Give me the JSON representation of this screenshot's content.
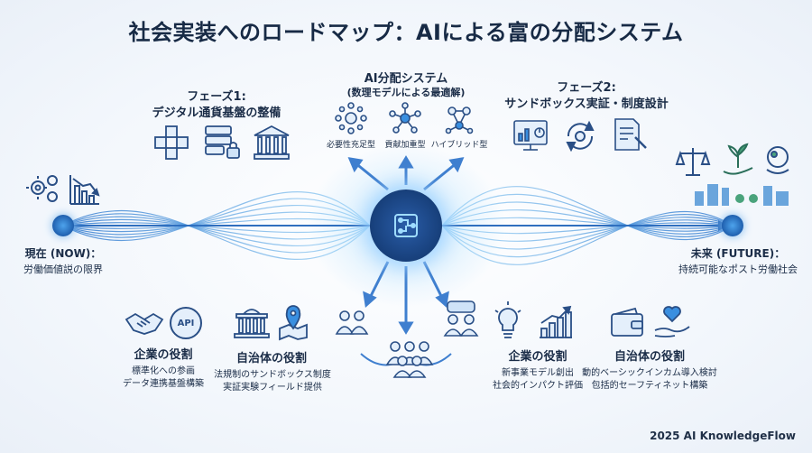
{
  "title": "社会実装へのロードマップ：AIによる富の分配システム",
  "now": {
    "title": "現在 (NOW)：",
    "subtitle": "労働価値説の限界"
  },
  "future": {
    "title": "未来 (FUTURE)：",
    "subtitle": "持続可能なポスト労働社会"
  },
  "phase1": {
    "title": "フェーズ1:",
    "subtitle": "デジタル通貨基盤の整備"
  },
  "ai_system": {
    "title": "AI分配システム",
    "subtitle": "(数理モデルによる最適解)",
    "types": [
      "必要性充足型",
      "貢献加重型",
      "ハイブリッド型"
    ]
  },
  "phase2": {
    "title": "フェーズ2:",
    "subtitle": "サンドボックス実証・制度設計"
  },
  "roles_left": [
    {
      "title": "企業の役割",
      "lines": [
        "標準化への参画",
        "データ連携基盤構築"
      ]
    },
    {
      "title": "自治体の役割",
      "lines": [
        "法規制のサンドボックス制度",
        "実証実験フィールド提供"
      ]
    }
  ],
  "roles_right": [
    {
      "title": "企業の役割",
      "lines": [
        "新事業モデル創出",
        "社会的インパクト評価"
      ]
    },
    {
      "title": "自治体の役割",
      "lines": [
        "動的ベーシックインカム導入検討",
        "包括的セーフティネット構築"
      ]
    }
  ],
  "api_label": "API",
  "footer": "2025 AI KnowledgeFlow",
  "icons": {
    "now": [
      "gears-icon",
      "declining-chart-icon"
    ],
    "phase1": [
      "blockchain-cubes-icon",
      "secure-server-icon",
      "bank-icon"
    ],
    "ai_types": [
      "network-hub-icon",
      "weighted-network-icon",
      "hybrid-network-icon"
    ],
    "phase2": [
      "dashboard-icon",
      "cycle-icon",
      "document-check-icon"
    ],
    "future": [
      "balance-scale-icon",
      "hand-plant-icon",
      "people-globe-icon",
      "city-skyline-icon"
    ]
  },
  "colors": {
    "accent": "#3a8fe0",
    "line": "#2f78c8",
    "node": "#1f5fae",
    "text": "#1a2c47"
  }
}
